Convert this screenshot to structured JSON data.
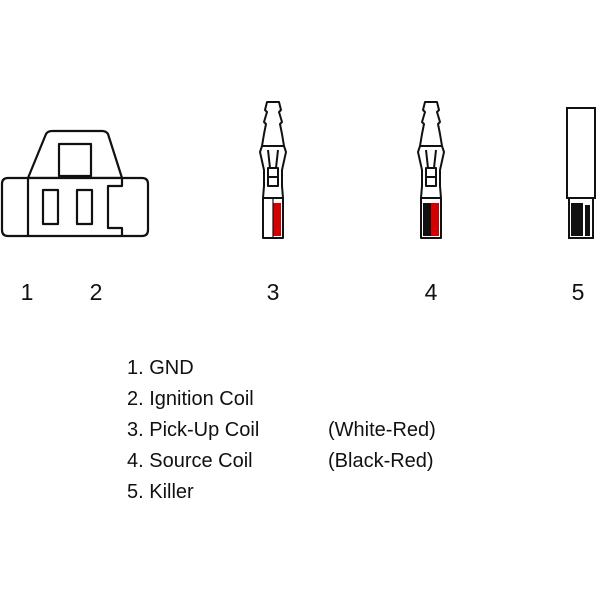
{
  "labels": {
    "n1": "1",
    "n2": "2",
    "n3": "3",
    "n4": "4",
    "n5": "5"
  },
  "legend": [
    {
      "text": "1. GND",
      "note": ""
    },
    {
      "text": "2. Ignition Coil",
      "note": ""
    },
    {
      "text": "3. Pick-Up Coil",
      "note": "(White-Red)"
    },
    {
      "text": "4. Source Coil",
      "note": "(Black-Red)"
    },
    {
      "text": "5. Killer",
      "note": ""
    }
  ],
  "colors": {
    "outline": "#111111",
    "red": "#d40000",
    "black": "#111111",
    "white": "#ffffff"
  },
  "icons": {
    "connector": "two-pin-connector-icon",
    "terminal3": "bullet-terminal-white-red-icon",
    "terminal4": "bullet-terminal-black-red-icon",
    "terminal5": "wire-stub-icon"
  }
}
